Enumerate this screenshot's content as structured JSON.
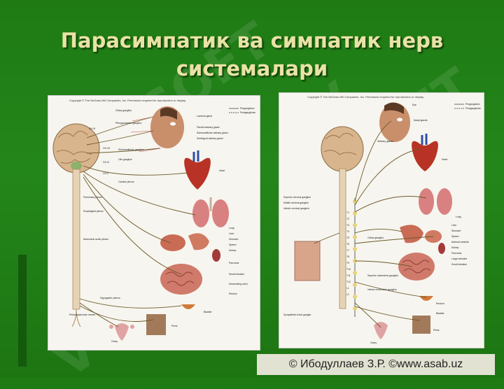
{
  "slide": {
    "title_line1": "Парасимпатик ва симпатик нерв",
    "title_line2": "системалари",
    "footer": "© Ибодуллаев З.Р. ©www.asab.uz"
  },
  "left_figure": {
    "copyright": "Copyright © The McGraw-Hill Companies, Inc. Permission required for reproduction or display.",
    "legend": [
      "Preganglionic",
      "Postganglionic"
    ],
    "cranial_labels": [
      "CN III",
      "CN VII",
      "CN IX",
      "CN X"
    ],
    "ganglia_labels": [
      "Ciliary ganglion",
      "Pterygopalatine ganglion",
      "Submandibular ganglion",
      "Otic ganglion"
    ],
    "organ_labels": [
      "Lacrimal gland",
      "Parotid salivary gland",
      "Submandibular salivary gland",
      "Sublingual salivary gland",
      "Heart",
      "Lung",
      "Liver",
      "Stomach",
      "Spleen",
      "Kidney",
      "Pancreas",
      "Small intestine",
      "Descending colon",
      "Rectum",
      "Ovary",
      "Penis",
      "Bladder"
    ],
    "plexus_labels": [
      "Cardiac plexus",
      "Pulmonary plexus",
      "Esophageal plexus",
      "Abdominal aortic plexus",
      "Hypogastric plexus",
      "Pelvic splanchnic nerves"
    ]
  },
  "right_figure": {
    "copyright": "Copyright © The McGraw-Hill Companies, Inc. Permission required for reproduction or display.",
    "legend": [
      "Preganglionic",
      "Postganglionic"
    ],
    "organ_labels": [
      "Eye",
      "Nasal glands",
      "Salivary glands",
      "Heart",
      "Lung",
      "Liver",
      "Stomach",
      "Spleen",
      "Adrenal medulla",
      "Kidney",
      "Pancreas",
      "Large intestine",
      "Small intestine",
      "Rectum",
      "Bladder",
      "Ovary",
      "Penis"
    ],
    "ganglia_labels": [
      "Superior cervical ganglion",
      "Middle cervical ganglion",
      "Inferior cervical ganglion",
      "Celiac ganglion",
      "Superior mesenteric ganglion",
      "Inferior mesenteric ganglion",
      "Sympathetic trunk ganglia"
    ],
    "spinal_labels": [
      "T1",
      "T2",
      "T3",
      "T4",
      "T5",
      "T6",
      "T7",
      "T8",
      "T9",
      "T10",
      "T11",
      "T12",
      "L1",
      "L2"
    ]
  }
}
